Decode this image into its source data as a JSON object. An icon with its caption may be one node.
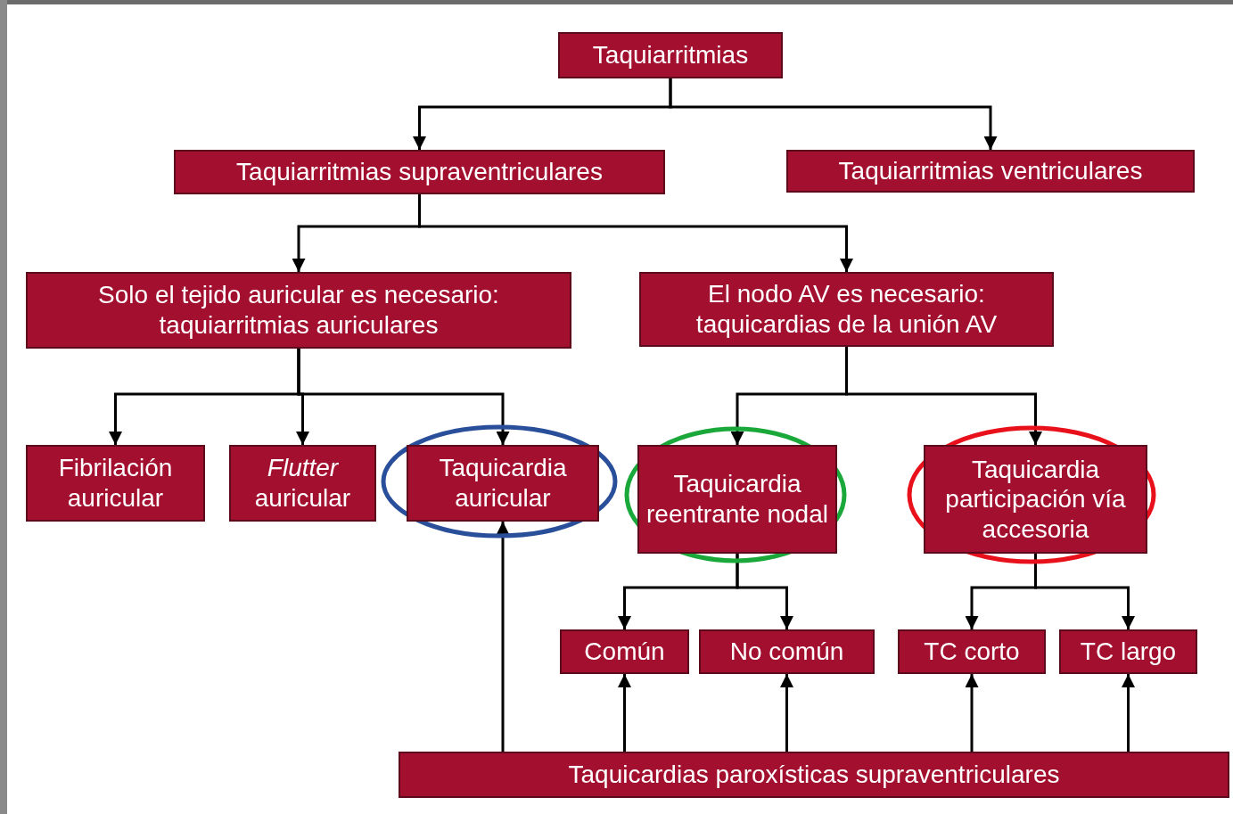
{
  "diagram": {
    "nodes": [
      {
        "text": [
          "Taquiarritmias"
        ]
      },
      {
        "text": [
          "Taquiarritmias supraventriculares"
        ]
      },
      {
        "text": [
          "Taquiarritmias ventriculares"
        ]
      },
      {
        "text": [
          "Solo el tejido auricular es necesario: taquiarritmias auriculares"
        ]
      },
      {
        "text": [
          "El nodo AV es necesario: taquicardias de la unión AV"
        ]
      },
      {
        "text": [
          "Fibrilación auricular"
        ]
      },
      {
        "text": [
          "*Flutter* auricular"
        ]
      },
      {
        "text": [
          "Taquicardia auricular"
        ]
      },
      {
        "text": [
          "Taquicardia reentrante nodal"
        ]
      },
      {
        "text": [
          "Taquicardia participación vía accesoria"
        ]
      },
      {
        "text": [
          "Común"
        ]
      },
      {
        "text": [
          "No común"
        ]
      },
      {
        "text": [
          "TC corto"
        ]
      },
      {
        "text": [
          "TC largo"
        ]
      },
      {
        "text": [
          "Taquicardias paroxísticas supraventriculares"
        ]
      }
    ],
    "edges": [
      {
        "from": 0,
        "to": 1,
        "arrow": "to"
      },
      {
        "from": 0,
        "to": 2,
        "arrow": "to"
      },
      {
        "from": 1,
        "to": 3,
        "arrow": "to"
      },
      {
        "from": 1,
        "to": 4,
        "arrow": "to"
      },
      {
        "from": 3,
        "to": 5,
        "arrow": "to"
      },
      {
        "from": 3,
        "to": 6,
        "arrow": "to"
      },
      {
        "from": 3,
        "to": 7,
        "arrow": "to"
      },
      {
        "from": 4,
        "to": 8,
        "arrow": "to"
      },
      {
        "from": 4,
        "to": 9,
        "arrow": "to"
      },
      {
        "from": 8,
        "to": 10,
        "arrow": "to"
      },
      {
        "from": 8,
        "to": 11,
        "arrow": "to"
      },
      {
        "from": 9,
        "to": 12,
        "arrow": "to"
      },
      {
        "from": 9,
        "to": 13,
        "arrow": "to"
      },
      {
        "from": 14,
        "to": 7,
        "arrow": "to"
      },
      {
        "from": 14,
        "to": 10,
        "arrow": "to"
      },
      {
        "from": 14,
        "to": 11,
        "arrow": "to"
      },
      {
        "from": 14,
        "to": 12,
        "arrow": "to"
      },
      {
        "from": 14,
        "to": 13,
        "arrow": "to"
      }
    ]
  }
}
